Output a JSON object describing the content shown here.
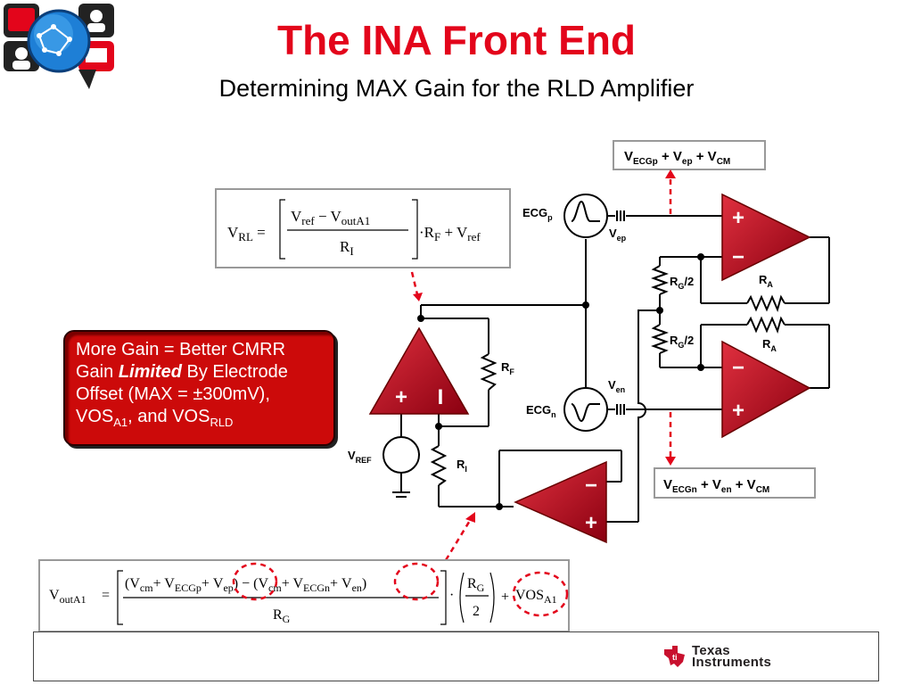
{
  "header": {
    "title": "The INA Front End",
    "subtitle": "Determining MAX Gain for the RLD Amplifier"
  },
  "callout": {
    "line1": "More Gain = Better CMRR",
    "line2_a": "Gain ",
    "line2_b": "Limited",
    "line2_c": " By Electrode",
    "line3": "Offset (MAX = ±300mV),",
    "line4_a": "VOS",
    "line4_sub": "A1",
    "line4_b": ", and VOS",
    "line4_sub2": "RLD"
  },
  "labels": {
    "ecg_p": "ECG",
    "ecg_p_sub": "p",
    "ecg_n": "ECG",
    "ecg_n_sub": "n",
    "v": "V",
    "ep_sub": "ep",
    "en_sub": "en",
    "rg_half_top": "R",
    "g_sub": "G",
    "half": "/2",
    "r": "R",
    "a_sub": "A",
    "f_sub": "F",
    "i_sub": "I",
    "ref_sub": "REF",
    "plus": "+",
    "minus": "−",
    "bar": "I"
  },
  "top_box": {
    "v": "V",
    "ecgp": "ECGp",
    "plus1": " + V",
    "ep": "ep",
    "plus2": " + V",
    "cm": "CM"
  },
  "bottom_box": {
    "v": "V",
    "ecgn": "ECGn",
    "plus1": " + V",
    "en": "en",
    "plus2": " + V",
    "cm": "CM"
  },
  "eq_rl": {
    "lhs": "V",
    "lhs_sub": "RL",
    "eq": " =",
    "num_v1": "V",
    "num_ref": "ref",
    "num_minus": " − V",
    "num_out": "outA1",
    "den_r": "R",
    "den_i": "I",
    "tail": "·R",
    "tail_f": "F",
    "tail_plus": " + V",
    "tail_ref": "ref"
  },
  "eq_out": {
    "lhs": "V",
    "lhs_sub": "outA1",
    "eq": "=",
    "t1": "V",
    "cm": "cm",
    "t2": "+ V",
    "ecgp": "ECGp",
    "t3": "+",
    "vep": "V",
    "ep": "ep",
    "t4": "−",
    "t5": "V",
    "cm2": "cm",
    "t6": "+ V",
    "ecgn": "ECGn",
    "t7": "+",
    "ven": "V",
    "en": "en",
    "den": "R",
    "den_g": "G",
    "frac_num": "R",
    "frac_num_g": "G",
    "frac_den": "2",
    "dot": "·",
    "plus": "+",
    "vos": "VOS",
    "vos_sub": "A1"
  },
  "logo": {
    "line1": "Texas",
    "line2": "Instruments"
  },
  "colors": {
    "title_red": "#e3051b",
    "opamp_red": "#c8102e",
    "callout_red": "#cc0a0a",
    "dashed_red": "#e3051b"
  },
  "icons": {
    "top_left_logo": "globe-people-icon",
    "ti_logo": "texas-instruments-logo"
  }
}
